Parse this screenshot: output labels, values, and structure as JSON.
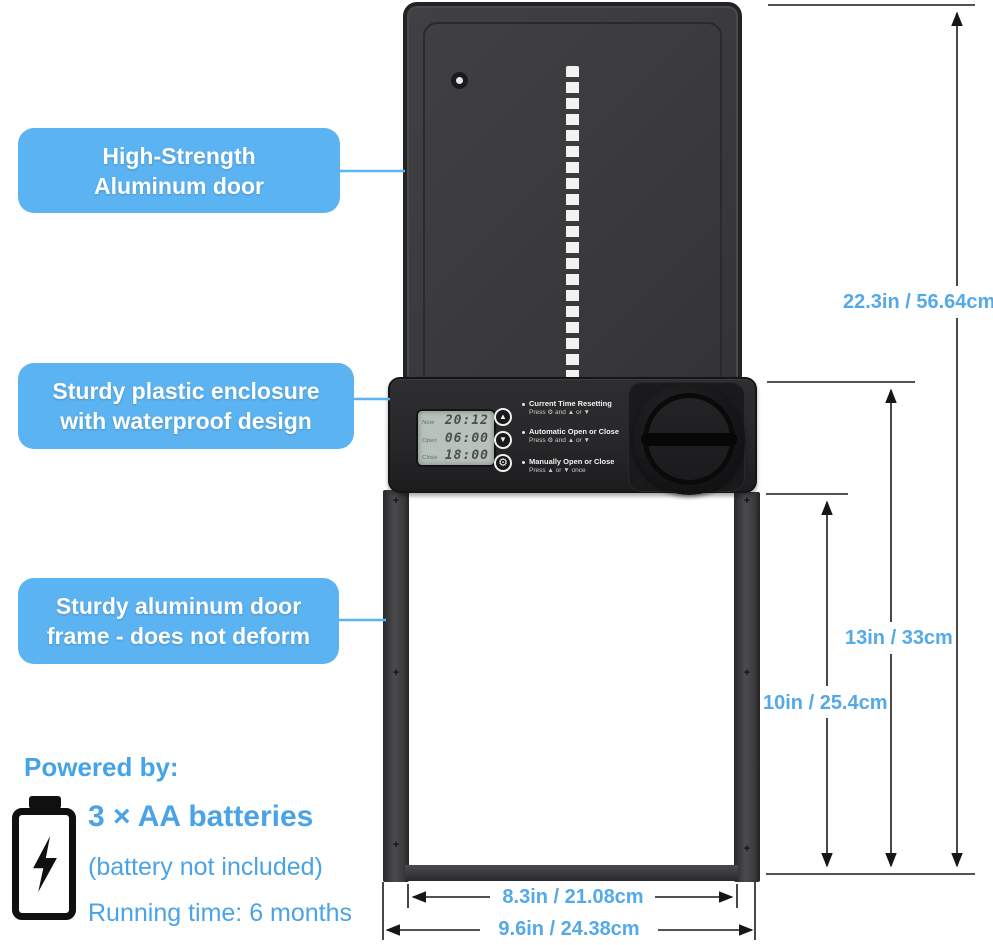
{
  "colors": {
    "callout_bg": "#5bb3f1",
    "info_blue": "#4aa3e6",
    "dimension_blue": "#54a9e8",
    "product_dark": "#2a2a2c"
  },
  "callouts": [
    {
      "label": "High-Strength\nAluminum door"
    },
    {
      "label": "Sturdy plastic enclosure\nwith waterproof design"
    },
    {
      "label": "Sturdy aluminum door\nframe - does not deform"
    }
  ],
  "power_info": {
    "heading": "Powered by:",
    "battery_icon": "battery-with-lightning-bolt",
    "lines": [
      {
        "text": "3 × AA batteries"
      },
      {
        "text": "(battery not included)"
      },
      {
        "text": "Running time: 6 months"
      }
    ]
  },
  "dimensions": {
    "door_height": "22.3in / 56.64cm",
    "frame_height": "13in / 33cm",
    "opening_height": "10in / 25.4cm",
    "opening_width": "8.3in / 21.08cm",
    "frame_width": "9.6in / 24.38cm"
  },
  "device": {
    "lcd": {
      "rows": [
        {
          "label": "Now",
          "value": "20:12"
        },
        {
          "label": "Open",
          "value": "06:00"
        },
        {
          "label": "Close",
          "value": "18:00"
        }
      ]
    },
    "buttons": [
      {
        "icon": "up-arrow-button",
        "glyph": "▲"
      },
      {
        "icon": "down-arrow-button",
        "glyph": "▼"
      },
      {
        "icon": "settings-button",
        "glyph": "⚙"
      }
    ],
    "instructions": [
      {
        "title": "Current Time Resetting",
        "press": "Press ⚙ and ▲ or ▼"
      },
      {
        "title": "Automatic Open or Close",
        "press": "Press ⚙ and ▲ or ▼"
      },
      {
        "title": "Manually Open or Close",
        "press": "Press ▲ or ▼ once"
      }
    ],
    "screw_glyph": "+"
  }
}
